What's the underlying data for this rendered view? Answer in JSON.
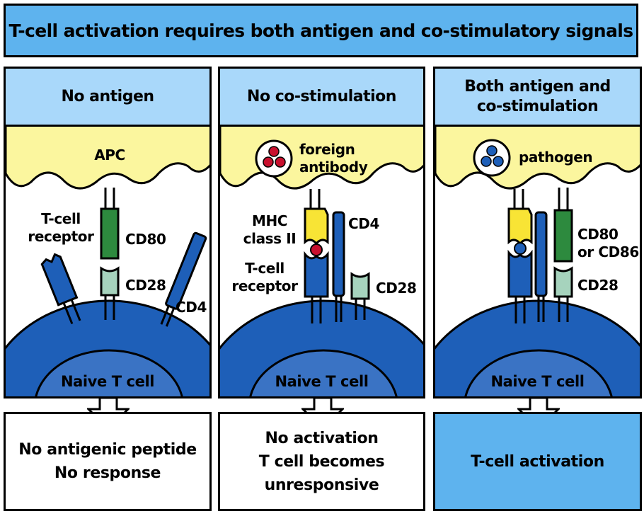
{
  "title": "T-cell activation requires both antigen and co-stimulatory signals",
  "colors": {
    "title_bg": "#5eb3ee",
    "header_bg": "#a9d8fa",
    "apc_yellow": "#fbf69e",
    "t_cell_blue": "#1e5fb8",
    "mhc_yellow": "#f8e435",
    "cd80_green": "#2d8a3e",
    "cd28_green": "#a6d3bd",
    "antigen_red": "#c8102e"
  },
  "panels": [
    {
      "header": "No antigen",
      "apc_label": "APC",
      "tcr_label": "T-cell\nreceptor",
      "cd80_label": "CD80",
      "cd28_label": "CD28",
      "cd4_label": "CD4",
      "cell_label": "Naive T cell",
      "result": "No antigenic peptide\nNo response"
    },
    {
      "header": "No co-stimulation",
      "particle_label": "foreign\nantibody",
      "mhc_label": "MHC\nclass II",
      "tcr_label": "T-cell\nreceptor",
      "cd4_label": "CD4",
      "cd28_label": "CD28",
      "cell_label": "Naive T cell",
      "result": "No activation\nT cell becomes\nunresponsive"
    },
    {
      "header": "Both antigen and\nco-stimulation",
      "particle_label": "pathogen",
      "cd80_label": "CD80\nor CD86",
      "cd28_label": "CD28",
      "cell_label": "Naive T cell",
      "result": "T-cell activation"
    }
  ]
}
